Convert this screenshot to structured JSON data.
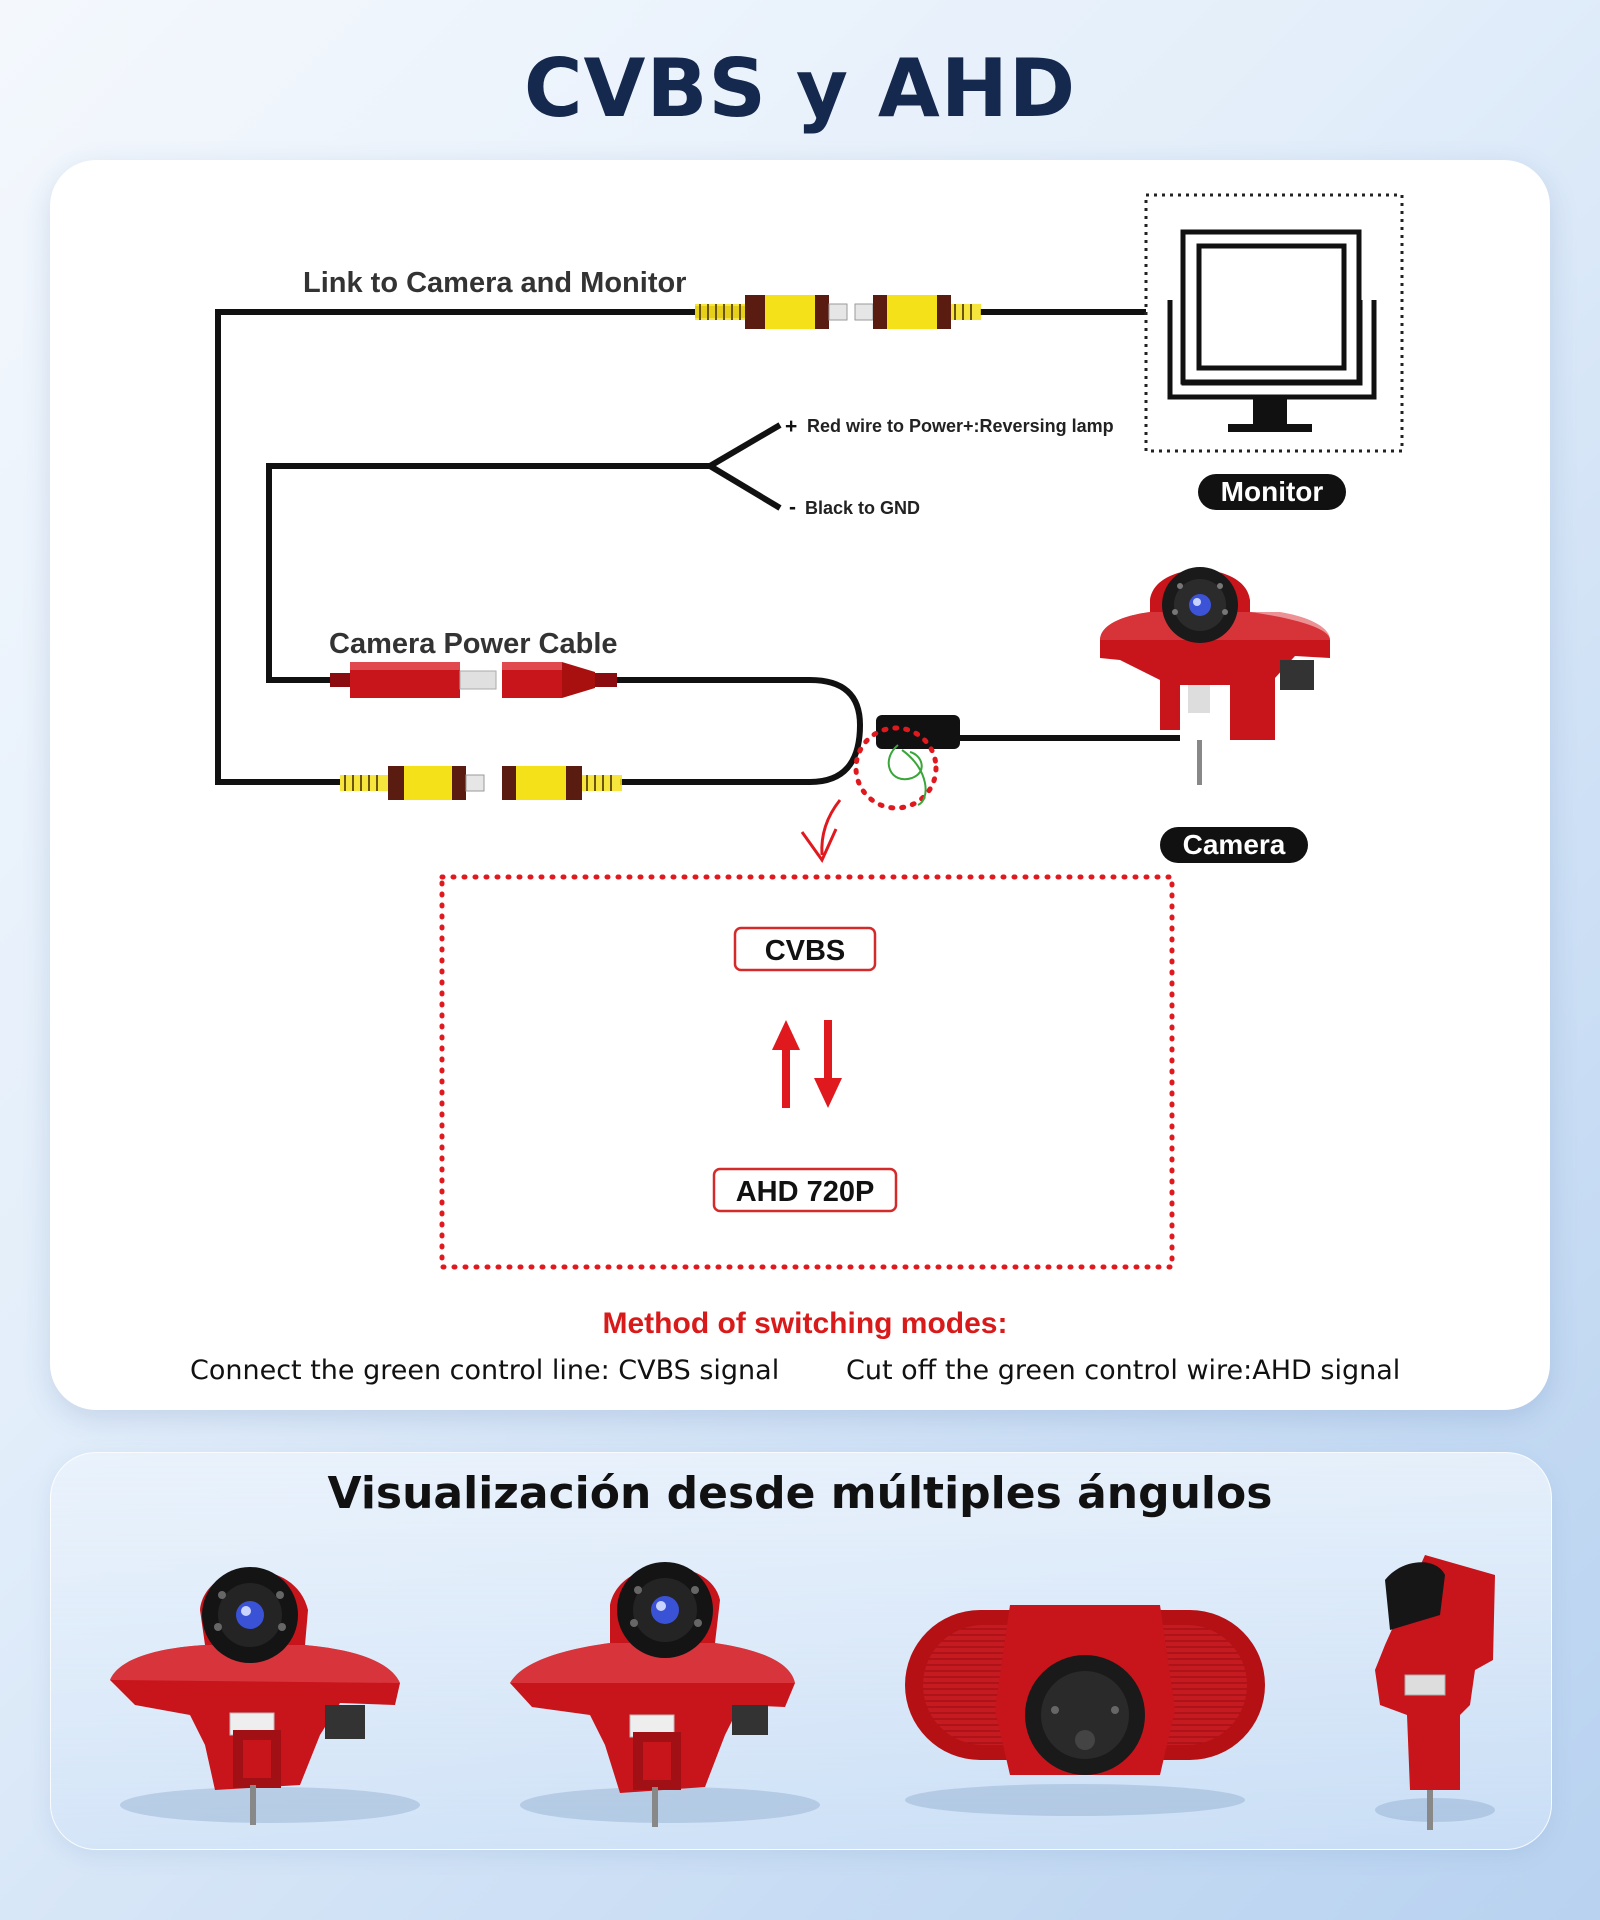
{
  "title": "CVBS y AHD",
  "diagram": {
    "link_label": "Link to Camera and Monitor",
    "power_plus_label": "Red wire to Power+:Reversing lamp",
    "gnd_label": "Black to GND",
    "camera_power_label": "Camera Power Cable",
    "monitor_badge": "Monitor",
    "camera_badge": "Camera",
    "mode_top": "CVBS",
    "mode_bottom": "AHD 720P",
    "method_title": "Method of switching modes:",
    "method_connect": "Connect the green control line: CVBS signal",
    "method_cut": "Cut off the green control wire:AHD signal",
    "colors": {
      "title": "#15284d",
      "accent_red": "#e0191f",
      "rca_yellow": "#f4e11a",
      "rca_brown": "#5a1c10",
      "camera_red": "#c8141b",
      "wire": "#111111"
    }
  },
  "angles": {
    "title": "Visualización desde múltiples ángulos",
    "views": [
      "front-left-view",
      "front-right-view",
      "rear-lamp-view",
      "side-view"
    ]
  }
}
